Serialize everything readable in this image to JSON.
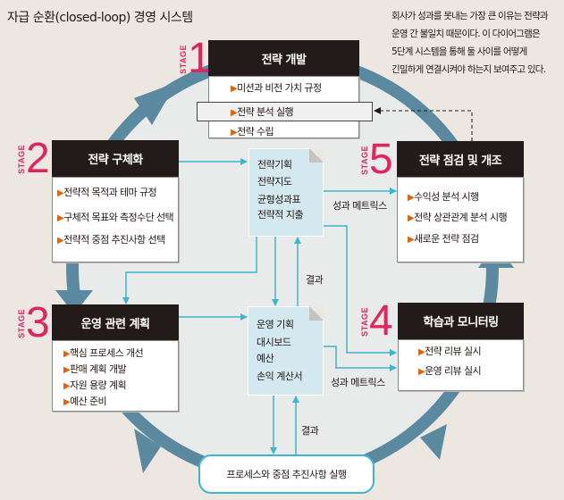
{
  "title": "자급 순환(closed-loop) 경영 시스템",
  "description": [
    "회사가 성과를 못내는 가장 큰 이유는 전략과",
    "운영 간 불일치 때문이다.  이 다이어그램은",
    "5단계 시스템을 통해 둘 사이를 어떻게",
    "긴밀하게 연결시켜야 하는지 보여주고 있다."
  ],
  "stage_word": "STAGE",
  "stages": [
    {
      "number": "1",
      "title": "전략 개발",
      "items": [
        "미션과 비전 가치 규정",
        "전략 분석 실행",
        "전략 수립"
      ]
    },
    {
      "number": "2",
      "title": "전략 구체화",
      "items": [
        "전략적 목적과 테마 규정",
        "구체적 목표와 측정수단 선택",
        "전략적 중점 추진사항 선택"
      ]
    },
    {
      "number": "3",
      "title": "운영 관련 계획",
      "items": [
        "핵심 프로세스 개선",
        "판매 계획 개발",
        "자원 용량 계획",
        "예산 준비"
      ]
    },
    {
      "number": "4",
      "title": "학습과 모니터링",
      "items": [
        "전략 리뷰 실시",
        "운영 리뷰 실시"
      ]
    },
    {
      "number": "5",
      "title": "전략 점검 및 개조",
      "items": [
        "수익성 분석 시행",
        "전략 상관관계 분석 시행",
        "새로운 전략 점검"
      ]
    }
  ],
  "docs": [
    {
      "lines": [
        "전략기획",
        "전략지도",
        "균형성과표",
        "전략적 지출"
      ]
    },
    {
      "lines": [
        "운영 기획",
        "대시보드",
        "예산",
        "손익 계산서"
      ]
    }
  ],
  "labels": {
    "metrics": "성과 메트릭스",
    "result": "결과",
    "execution": "프로세스와 중점 추진사항 실행"
  },
  "colors": {
    "stage_pink": "#e0245e",
    "header_dark": "#231a1a",
    "flow_teal": "#3cb6cc",
    "cycle_blue": "#5b8aa0",
    "bullet_orange": "#e0620c",
    "doc_fill": "#d4e9ef"
  }
}
